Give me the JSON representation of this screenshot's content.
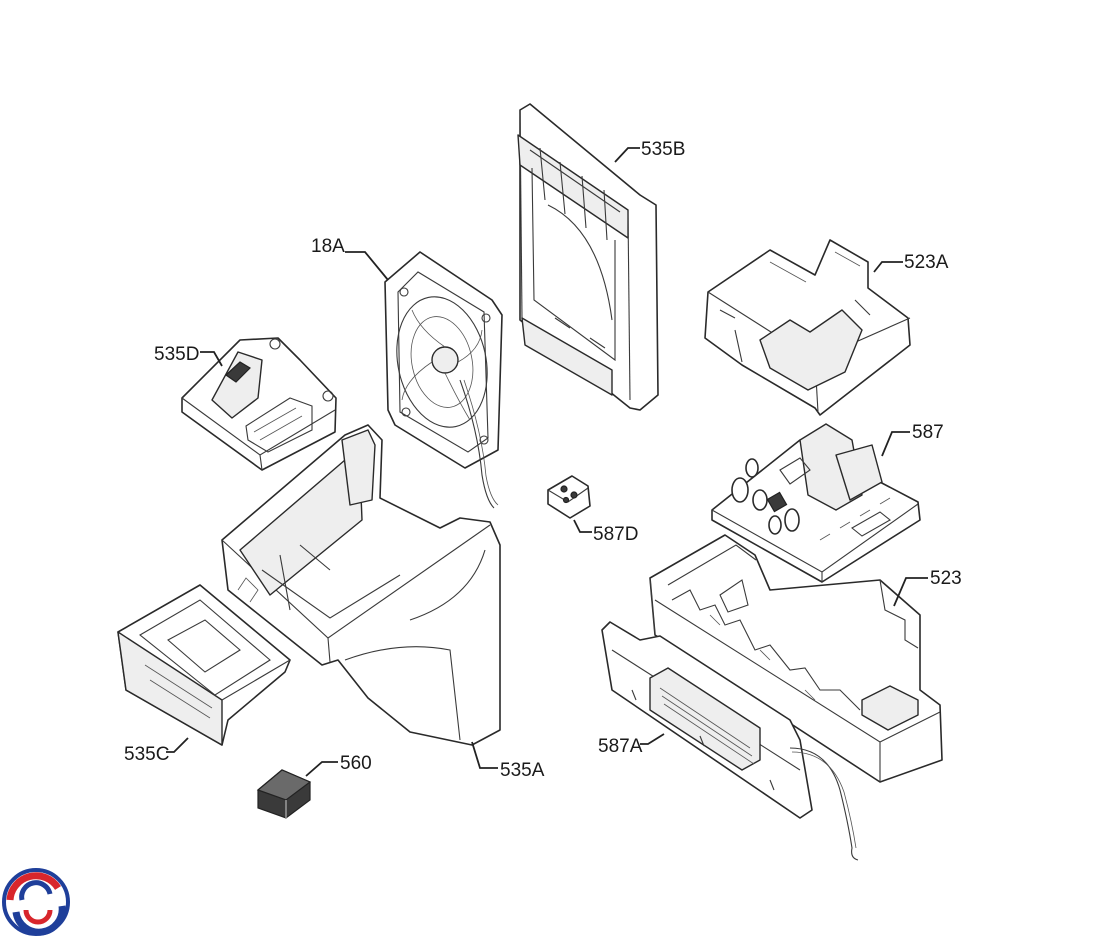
{
  "labels": {
    "p535B": "535B",
    "p18A": "18A",
    "p523A": "523A",
    "p535D": "535D",
    "p587": "587",
    "p587D": "587D",
    "p523": "523",
    "p535C": "535C",
    "p587A": "587A",
    "p560": "560",
    "p535A": "535A"
  },
  "logo": {
    "colors": [
      "#d8262c",
      "#1f3f9a"
    ]
  }
}
